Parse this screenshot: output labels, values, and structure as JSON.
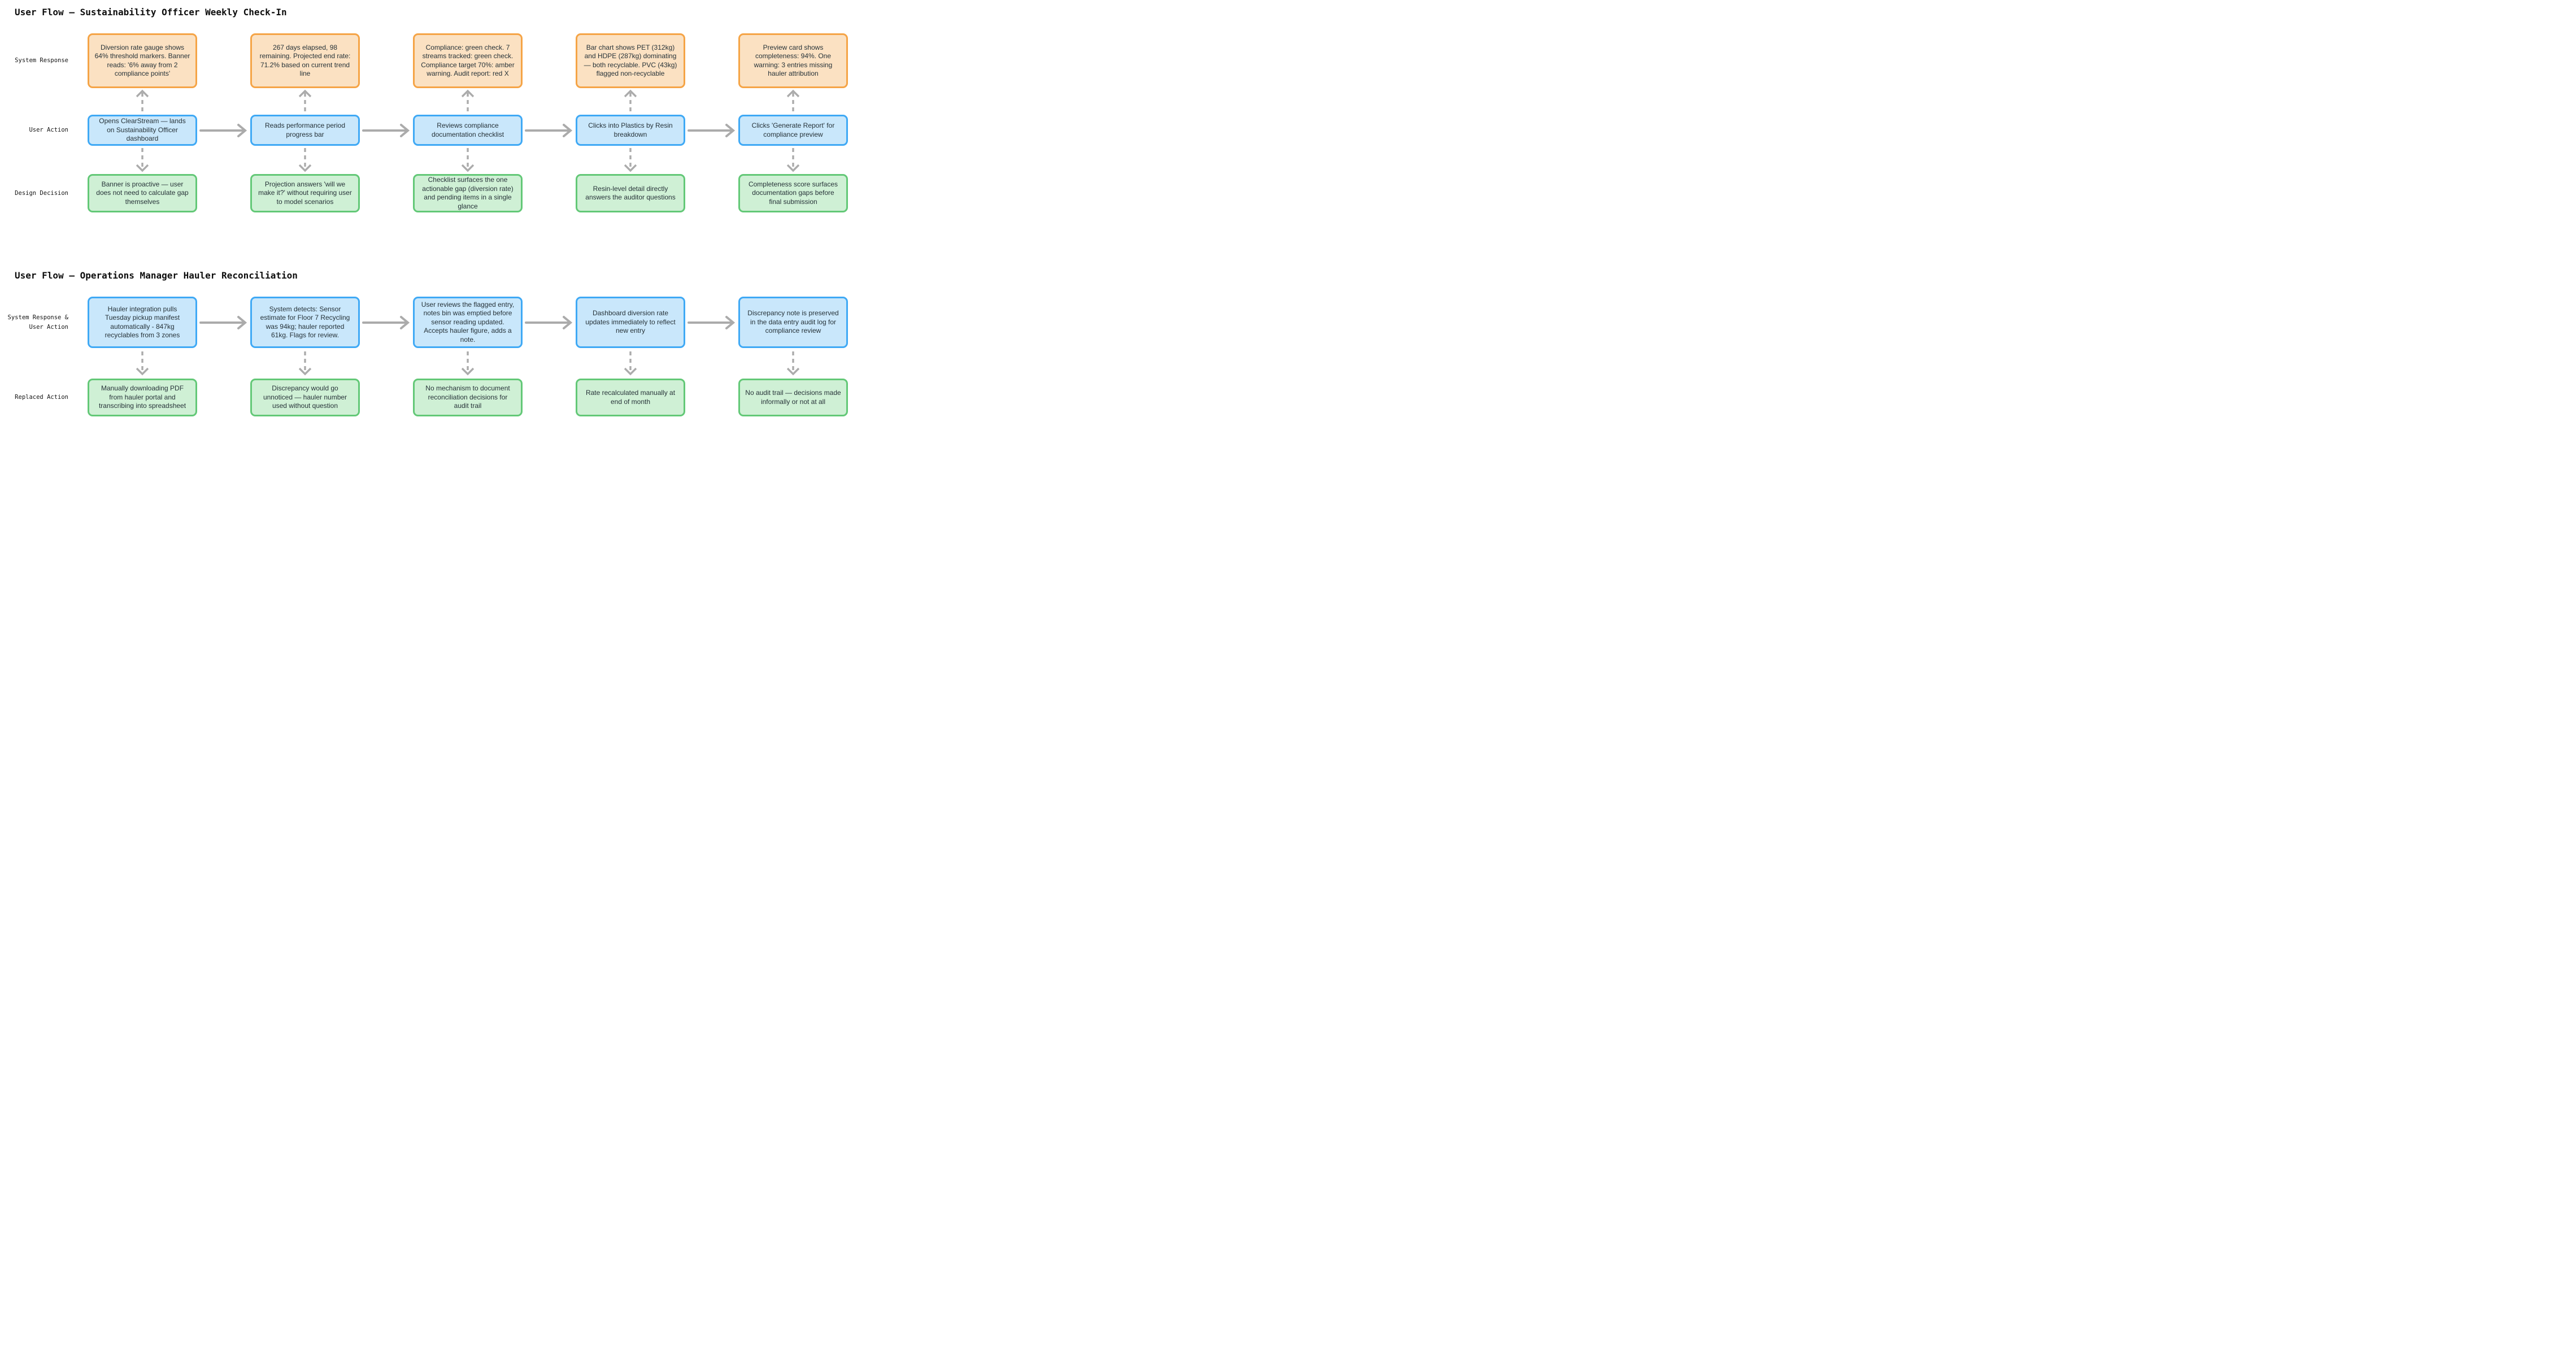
{
  "colors": {
    "sr-fill": "#FBE1C2",
    "sr-border": "#F5A446",
    "ua-fill": "#C9E7FB",
    "ua-border": "#3FA9F5",
    "dd-fill": "#CFF0D5",
    "dd-border": "#63C877",
    "arrow": "#ABABAB",
    "text": "#263238",
    "heading": "#0D0D0D",
    "bg": "#FFFFFF"
  },
  "flow1": {
    "title": "User Flow — Sustainability Officer Weekly Check-In",
    "labels": {
      "system_response": "System Response",
      "user_action": "User Action",
      "design_decision": "Design Decision"
    },
    "system_response": [
      "Diversion rate gauge shows 64% threshold markers. Banner reads: '6% away from 2 compliance points'",
      "267 days elapsed, 98 remaining. Projected end rate: 71.2% based on current trend line",
      "Compliance: green check. 7 streams tracked: green check. Compliance target 70%: amber warning. Audit report: red X",
      "Bar chart shows PET (312kg) and HDPE (287kg) dominating — both recyclable. PVC (43kg) flagged non-recyclable",
      "Preview card shows completeness: 94%. One warning: 3 entries missing hauler attribution"
    ],
    "user_action": [
      "Opens ClearStream — lands on Sustainability Officer dashboard",
      "Reads performance period progress bar",
      "Reviews compliance documentation checklist",
      "Clicks into Plastics by Resin breakdown",
      "Clicks 'Generate Report' for compliance preview"
    ],
    "design_decision": [
      "Banner is proactive — user does not need to calculate gap themselves",
      "Projection answers 'will we make it?' without requiring user to model scenarios",
      "Checklist surfaces the one actionable gap (diversion rate) and pending items in a single glance",
      "Resin-level detail directly answers the auditor questions",
      "Completeness score surfaces documentation gaps before final submission"
    ]
  },
  "flow2": {
    "title": "User Flow — Operations Manager Hauler Reconciliation",
    "labels": {
      "combined_line1": "System Response &",
      "combined_line2": "User Action",
      "replaced_action": "Replaced Action"
    },
    "system_user": [
      "Hauler integration pulls Tuesday pickup manifest automatically - 847kg recyclables from 3 zones",
      "System detects: Sensor estimate for Floor 7 Recycling was 94kg; hauler reported 61kg. Flags for review.",
      "User reviews the flagged entry, notes bin was emptied before sensor reading updated. Accepts hauler figure, adds a note.",
      "Dashboard diversion rate updates immediately to reflect new entry",
      "Discrepancy note is preserved in the data entry audit log for compliance review"
    ],
    "replaced_action": [
      "Manually downloading PDF from hauler portal and transcribing into spreadsheet",
      "Discrepancy would go unnoticed — hauler number used without question",
      "No mechanism to document reconciliation decisions for audit trail",
      "Rate recalculated manually at end of month",
      "No audit trail — decisions made informally or not at all"
    ]
  }
}
